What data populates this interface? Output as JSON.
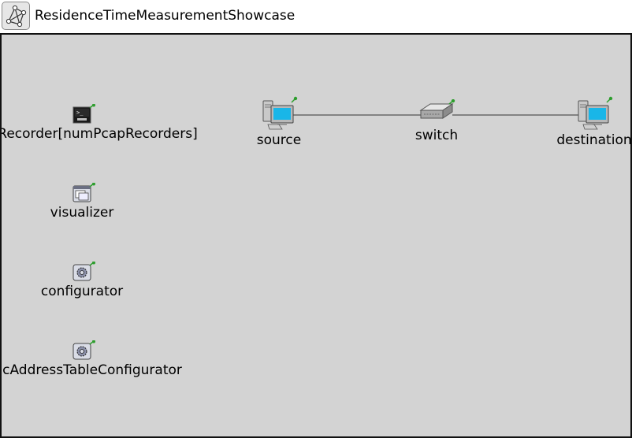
{
  "window": {
    "title": "ResidenceTimeMeasurementShowcase",
    "title_icon": "network-icon"
  },
  "modules": {
    "pcap_recorder": {
      "label": "Recorder[numPcapRecorders]",
      "icon": "pcap-recorder-icon"
    },
    "visualizer": {
      "label": "visualizer",
      "icon": "visualizer-window-icon"
    },
    "configurator": {
      "label": "configurator",
      "icon": "gear-icon"
    },
    "mac_table_configurator": {
      "label": "cAddressTableConfigurator",
      "icon": "gear-icon"
    },
    "source": {
      "label": "source",
      "icon": "workstation-icon"
    },
    "switch": {
      "label": "switch",
      "icon": "ethernet-switch-icon"
    },
    "destination": {
      "label": "destination",
      "icon": "workstation-icon"
    }
  },
  "colors": {
    "canvas_background": "#d3d3d3",
    "connection_line": "#333333",
    "pin_green": "#2e9e2e",
    "screen_cyan": "#19b6e8"
  }
}
